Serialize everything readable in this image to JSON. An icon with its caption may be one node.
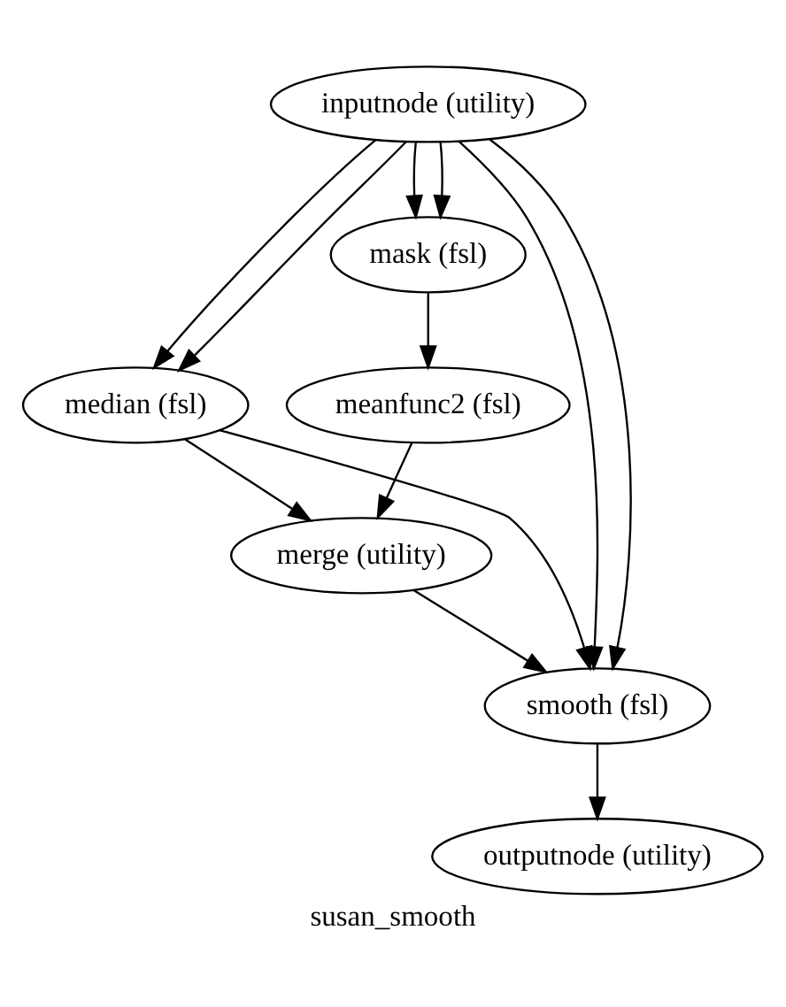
{
  "diagram": {
    "caption": "susan_smooth",
    "nodes": [
      {
        "text": [
          "inputnode (utility)"
        ]
      },
      {
        "text": [
          "mask (fsl)"
        ]
      },
      {
        "text": [
          "median (fsl)"
        ]
      },
      {
        "text": [
          "meanfunc2 (fsl)"
        ]
      },
      {
        "text": [
          "merge (utility)"
        ]
      },
      {
        "text": [
          "smooth (fsl)"
        ]
      },
      {
        "text": [
          "outputnode (utility)"
        ]
      }
    ],
    "edges": [
      {
        "from": 0,
        "to": 2,
        "arrow": "to"
      },
      {
        "from": 0,
        "to": 2,
        "arrow": "to"
      },
      {
        "from": 0,
        "to": 1,
        "arrow": "to"
      },
      {
        "from": 0,
        "to": 1,
        "arrow": "to"
      },
      {
        "from": 0,
        "to": 5,
        "arrow": "to"
      },
      {
        "from": 0,
        "to": 5,
        "arrow": "to"
      },
      {
        "from": 1,
        "to": 3,
        "arrow": "to"
      },
      {
        "from": 2,
        "to": 4,
        "arrow": "to"
      },
      {
        "from": 2,
        "to": 5,
        "arrow": "to"
      },
      {
        "from": 3,
        "to": 4,
        "arrow": "to"
      },
      {
        "from": 4,
        "to": 5,
        "arrow": "to"
      },
      {
        "from": 5,
        "to": 6,
        "arrow": "to"
      }
    ]
  }
}
